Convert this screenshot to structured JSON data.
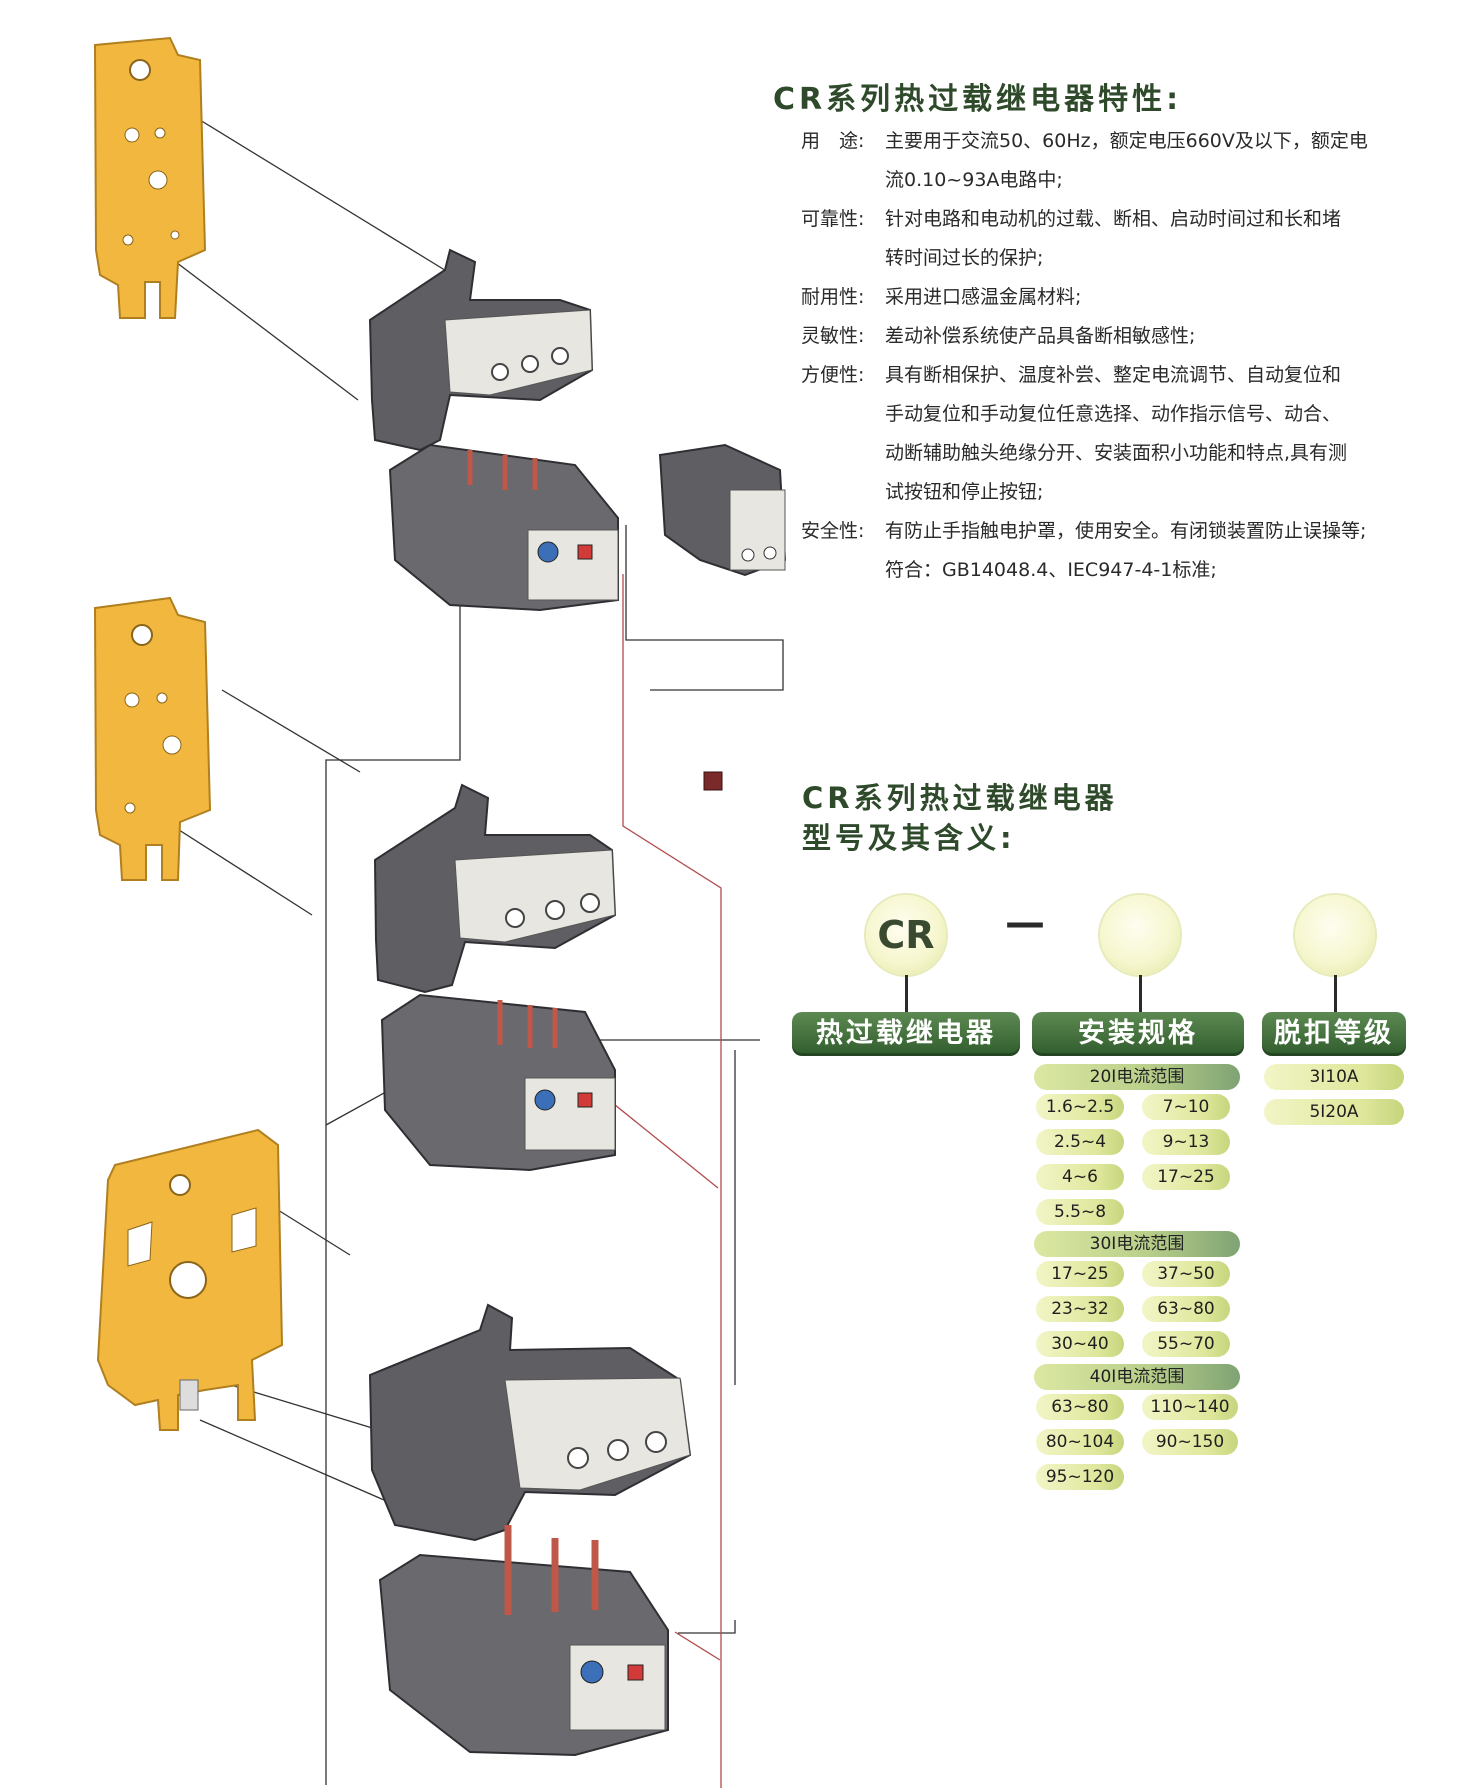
{
  "features": {
    "title": "CR系列热过载继电器特性:",
    "items": [
      {
        "label": "用　途:",
        "lines": [
          "主要用于交流50、60Hz，额定电压660V及以下，额定电",
          "流0.10~93A电路中;"
        ]
      },
      {
        "label": "可靠性:",
        "lines": [
          "针对电路和电动机的过载、断相、启动时间过和长和堵",
          "转时间过长的保护;"
        ]
      },
      {
        "label": "耐用性:",
        "lines": [
          "采用进口感温金属材料;"
        ]
      },
      {
        "label": "灵敏性:",
        "lines": [
          "差动补偿系统使产品具备断相敏感性;"
        ]
      },
      {
        "label": "方便性:",
        "lines": [
          "具有断相保护、温度补尝、整定电流调节、自动复位和",
          "手动复位和手动复位任意选择、动作指示信号、动合、",
          "动断辅助触头绝缘分开、安装面积小功能和特点,具有测",
          "试按钮和停止按钮;"
        ]
      },
      {
        "label": "安全性:",
        "lines": [
          "有防止手指触电护罩，使用安全。有闭锁装置防止误操等;",
          "符合：GB14048.4、IEC947-4-1标准;"
        ]
      }
    ]
  },
  "model": {
    "title_line1": "CR系列热过载继电器",
    "title_line2": "型号及其含义:",
    "prefix": "CR",
    "dash": "—",
    "banners": [
      "热过载继电器",
      "安装规格",
      "脱扣等级"
    ],
    "groups": [
      {
        "header": "20I电流范围",
        "ranges": [
          "1.6~2.5",
          "7~10",
          "2.5~4",
          "9~13",
          "4~6",
          "17~25",
          "5.5~8"
        ]
      },
      {
        "header": "30I电流范围",
        "ranges": [
          "17~25",
          "37~50",
          "23~32",
          "63~80",
          "30~40",
          "55~70"
        ]
      },
      {
        "header": "40I电流范围",
        "ranges": [
          "63~80",
          "110~140",
          "80~104",
          "90~150",
          "95~120"
        ]
      }
    ],
    "trip_classes": [
      "3I10A",
      "5I20A"
    ]
  },
  "colors": {
    "mount_plate": "#f2b73f",
    "housing": "#6e6d72",
    "terminal": "#e9e6df",
    "heading_green": "#2e4a2b",
    "banner_green": "#3e6b38"
  }
}
